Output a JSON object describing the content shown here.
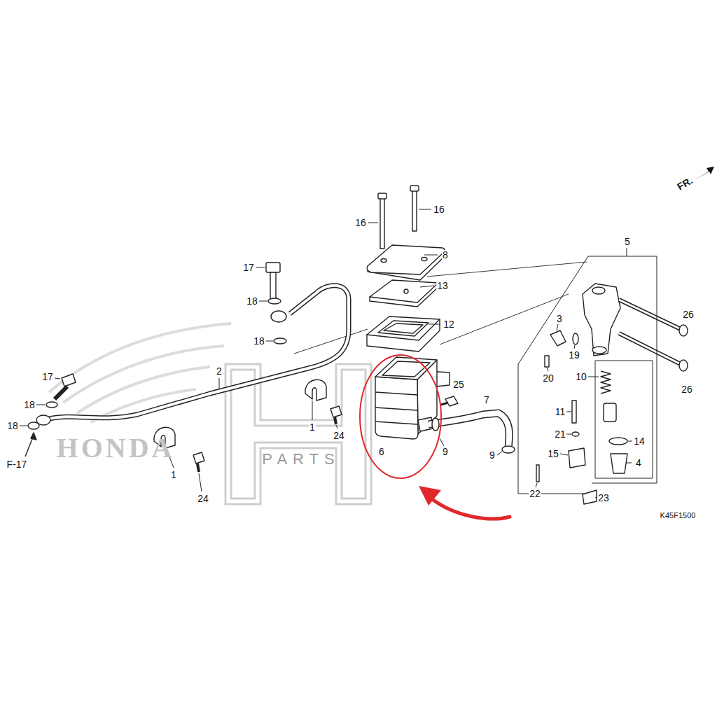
{
  "diagram": {
    "nodes": [
      {
        "text": [
          "6"
        ]
      }
    ],
    "labels": [
      "FR.",
      "16",
      "16",
      "5",
      "8",
      "17",
      "13",
      "18",
      "26",
      "3",
      "12",
      "18",
      "19",
      "2",
      "17",
      "10",
      "20",
      "25",
      "26",
      "7",
      "18",
      "11",
      "1",
      "18",
      "21",
      "24",
      "14",
      "9",
      "15",
      "9",
      "4",
      "HONDA",
      "F-17",
      "PARTS",
      "1",
      "22",
      "24",
      "23",
      "K45F1500"
    ]
  }
}
